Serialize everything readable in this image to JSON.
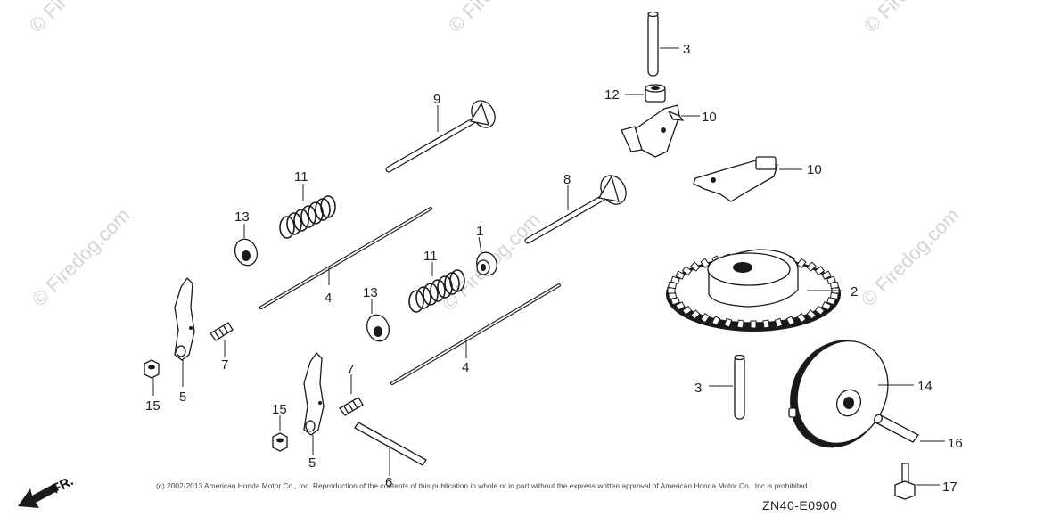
{
  "watermark": {
    "text": "© Firedog.com",
    "corner_fragment": "© Fir",
    "edge_fragment_1": "© Fire",
    "edge_fragment_2": "© Fire"
  },
  "callouts": {
    "p1": "1",
    "p2": "2",
    "p3a": "3",
    "p3b": "3",
    "p4a": "4",
    "p4b": "4",
    "p5a": "5",
    "p5b": "5",
    "p6": "6",
    "p7a": "7",
    "p7b": "7",
    "p8": "8",
    "p9": "9",
    "p10a": "10",
    "p10b": "10",
    "p11a": "11",
    "p11b": "11",
    "p12": "12",
    "p13a": "13",
    "p13b": "13",
    "p14": "14",
    "p15a": "15",
    "p15b": "15",
    "p16": "16",
    "p17": "17"
  },
  "copyright": "(c) 2002-2013 American Honda Motor Co., Inc. Reproduction of the contents of this publication in whole or in part without the express written approval of American Honda Motor Co., Inc is prohibited",
  "diagram_code": "ZN40-E0900",
  "direction_label": "FR."
}
